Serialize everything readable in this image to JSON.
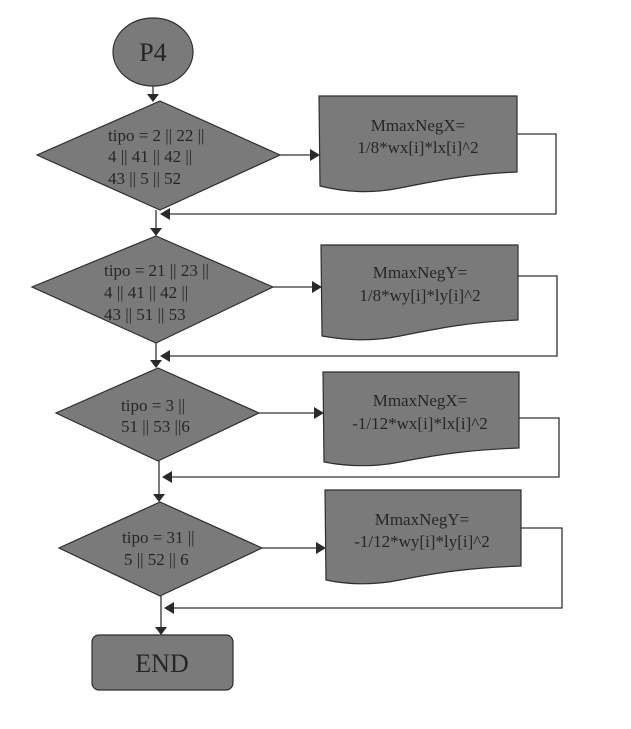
{
  "diagram": {
    "start": {
      "label": "P4"
    },
    "end": {
      "label": "END"
    },
    "decisions": [
      {
        "lines": [
          "tipo = 2 || 22 ||",
          "4 || 41 || 42 ||",
          "43 || 5 || 52"
        ]
      },
      {
        "lines": [
          "tipo = 21 || 23 ||",
          "4 || 41 || 42 ||",
          "43 || 51 || 53"
        ]
      },
      {
        "lines": [
          "tipo = 3 ||",
          "51 || 53 ||6"
        ]
      },
      {
        "lines": [
          "tipo = 31 ||",
          "5 ||  52 ||  6"
        ]
      }
    ],
    "processes": [
      {
        "lines": [
          "MmaxNegX=",
          "1/8*wx[i]*lx[i]^2"
        ]
      },
      {
        "lines": [
          "MmaxNegY=",
          "1/8*wy[i]*ly[i]^2"
        ]
      },
      {
        "lines": [
          "MmaxNegX=",
          "-1/12*wx[i]*lx[i]^2"
        ]
      },
      {
        "lines": [
          "MmaxNegY=",
          "-1/12*wy[i]*ly[i]^2"
        ]
      }
    ],
    "colors": {
      "shape_fill": "#7a7a7a",
      "stroke": "#2e2e2e",
      "text": "#262626"
    }
  }
}
